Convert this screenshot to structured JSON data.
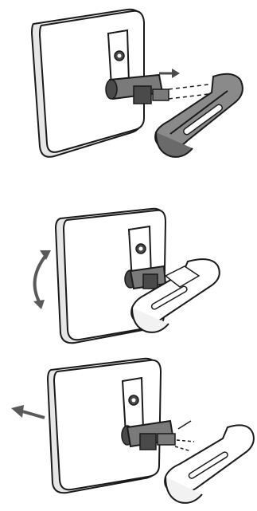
{
  "diagram": {
    "kind": "installation-instructions",
    "steps": [
      {
        "id": 1,
        "action": "slide-arm-onto-mount",
        "direction_arrow": "right"
      },
      {
        "id": 2,
        "action": "tilt-screen",
        "direction_arrow": "rotate-vertical"
      },
      {
        "id": 3,
        "action": "slide-arm-off-to-release",
        "direction_arrow": "left"
      }
    ]
  },
  "colors": {
    "line": "#1a1a1a",
    "panel_face": "#ffffff",
    "panel_edge": "#e6e6e6",
    "metal": "#7a7a7a",
    "metal_dark": "#4a4a4a",
    "arm_dark": "#8a8a8a",
    "arm_light": "#ffffff"
  },
  "icons": {
    "insert": "arrow-right-icon",
    "tilt": "curved-double-arrow-icon",
    "release": "arrow-left-icon"
  }
}
